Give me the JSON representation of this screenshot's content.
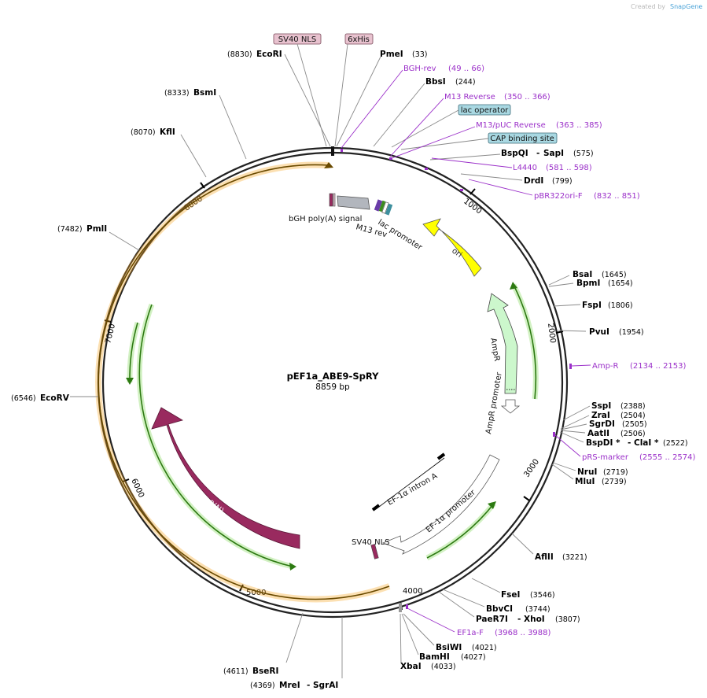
{
  "watermark": {
    "prefix": "Created by",
    "brand": "SnapGene"
  },
  "plasmid": {
    "name": "pEF1a_ABE9-SpRY",
    "length_label": "8859 bp"
  },
  "ticks": [
    "1000",
    "2000",
    "3000",
    "4000",
    "5000",
    "6000",
    "7000",
    "8000"
  ],
  "features": {
    "bgh": "bGH poly(A) signal",
    "m13rev": "M13 rev",
    "lac": "lac promoter",
    "ori": "ori",
    "ampr": "AmpR",
    "ampr_promoter": "AmpR promoter",
    "ef1a_intron": "EF-1α intron A",
    "ef1a_promoter": "EF-1α promoter",
    "sv40nls": "SV40 NLS",
    "cas9": "Cas9(N)"
  },
  "boxes": {
    "sv40": "SV40 NLS",
    "hisx6": "6xHis",
    "lacop": "lac operator",
    "cap": "CAP binding site"
  },
  "enzymes": {
    "ecori": {
      "name": "EcoRI",
      "pos": "(8830)"
    },
    "pmei": {
      "name": "PmeI",
      "pos": "(33)"
    },
    "bbsi": {
      "name": "BbsI",
      "pos": "(244)"
    },
    "bspqi": {
      "name": "BspQI",
      "sep": "-",
      "name2": "SapI",
      "pos": "(575)"
    },
    "drdi": {
      "name": "DrdI",
      "pos": "(799)"
    },
    "bsai": {
      "name": "BsaI",
      "pos": "(1645)"
    },
    "bpmi": {
      "name": "BpmI",
      "pos": "(1654)"
    },
    "fspi": {
      "name": "FspI",
      "pos": "(1806)"
    },
    "pvui": {
      "name": "PvuI",
      "pos": "(1954)"
    },
    "sspi": {
      "name": "SspI",
      "pos": "(2388)"
    },
    "zrai": {
      "name": "ZraI",
      "pos": "(2504)"
    },
    "sgrdi": {
      "name": "SgrDI",
      "pos": "(2505)"
    },
    "aatii": {
      "name": "AatII",
      "pos": "(2506)"
    },
    "bspdi": {
      "name": "BspDI *",
      "sep": "-",
      "name2": "ClaI *",
      "pos": "(2522)"
    },
    "nrui": {
      "name": "NruI",
      "pos": "(2719)"
    },
    "mlui": {
      "name": "MluI",
      "pos": "(2739)"
    },
    "aflii": {
      "name": "AflII",
      "pos": "(3221)"
    },
    "fsei": {
      "name": "FseI",
      "pos": "(3546)"
    },
    "bbvci": {
      "name": "BbvCI",
      "pos": "(3744)"
    },
    "paer7i": {
      "name": "PaeR7I",
      "sep": "-",
      "name2": "XhoI",
      "pos": "(3807)"
    },
    "bsiwi": {
      "name": "BsiWI",
      "pos": "(4021)"
    },
    "bamhi": {
      "name": "BamHI",
      "pos": "(4027)"
    },
    "xbai": {
      "name": "XbaI",
      "pos": "(4033)"
    },
    "bseri": {
      "name": "BseRI",
      "pos": "(4611)"
    },
    "mrei": {
      "name": "MreI",
      "sep": "-",
      "name2": "SgrAI",
      "pos": "(4369)"
    },
    "ecorv": {
      "name": "EcoRV",
      "pos": "(6546)"
    },
    "pmli": {
      "name": "PmlI",
      "pos": "(7482)"
    },
    "kfli": {
      "name": "KflI",
      "pos": "(8070)"
    },
    "bsmi": {
      "name": "BsmI",
      "pos": "(8333)"
    }
  },
  "primers": {
    "bghrev": {
      "name": "BGH-rev",
      "range": "(49 .. 66)"
    },
    "m13reverse": {
      "name": "M13 Reverse",
      "range": "(350 .. 366)"
    },
    "m13puc": {
      "name": "M13/pUC Reverse",
      "range": "(363 .. 385)"
    },
    "l4440": {
      "name": "L4440",
      "range": "(581 .. 598)"
    },
    "pbr322": {
      "name": "pBR322ori-F",
      "range": "(832 .. 851)"
    },
    "ampr": {
      "name": "Amp-R",
      "range": "(2134 .. 2153)"
    },
    "prs": {
      "name": "pRS-marker",
      "range": "(2555 .. 2574)"
    },
    "ef1af": {
      "name": "EF1a-F",
      "range": "(3968 .. 3988)"
    }
  },
  "colors": {
    "primer": "#9b30c9",
    "ori": "#ffff00",
    "ampr": "#ccf7cc",
    "cas9": "#992a5f",
    "orange_orf": "#f5a623",
    "green_orf": "#3c8c1e",
    "box_pink": "#e8c2cf",
    "box_blue": "#a9d8e2"
  }
}
